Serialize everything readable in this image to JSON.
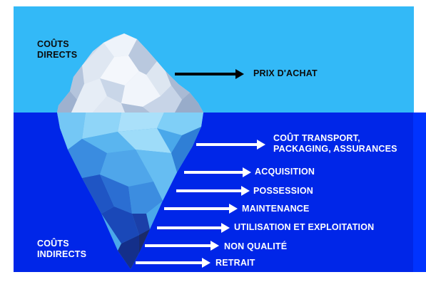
{
  "colors": {
    "sky": "#33b9f7",
    "sea": "#0026e8",
    "sea_edge": "#0033ff",
    "arrow_above": "#000000",
    "arrow_below": "#ffffff",
    "text_above": "#0b0b0b",
    "text_below": "#ffffff"
  },
  "sections": {
    "direct": {
      "line1": "COÛTS",
      "line2": "DIRECTS"
    },
    "indirect": {
      "line1": "COÛTS",
      "line2": "INDIRECTS"
    }
  },
  "costs": [
    {
      "label": "PRIX D'ACHAT"
    },
    {
      "line1": "COÛT TRANSPORT,",
      "line2": "PACKAGING, ASSURANCES"
    },
    {
      "label": "ACQUISITION"
    },
    {
      "label": "POSSESSION"
    },
    {
      "label": "MAINTENANCE"
    },
    {
      "label": "UTILISATION ET EXPLOITATION"
    },
    {
      "label": "NON QUALITÉ"
    },
    {
      "label": "RETRAIT"
    }
  ]
}
